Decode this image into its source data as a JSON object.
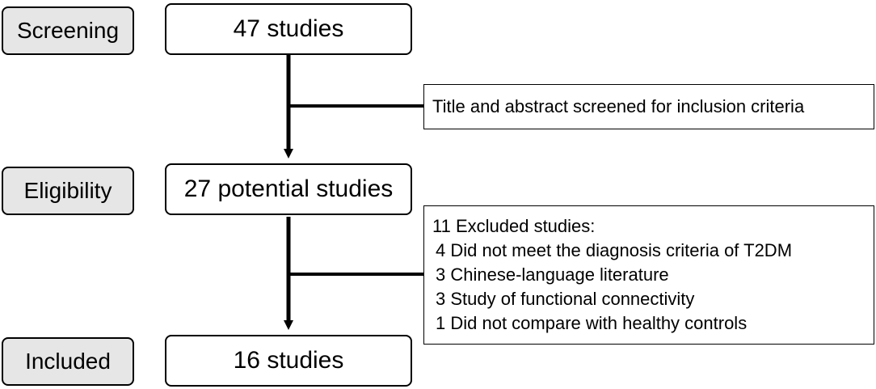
{
  "stages": [
    {
      "label": "Screening"
    },
    {
      "label": "Eligibility"
    },
    {
      "label": "Included"
    }
  ],
  "counts": [
    {
      "text": "47 studies"
    },
    {
      "text": "27 potential studies"
    },
    {
      "text": "16 studies"
    }
  ],
  "screening_note": "Title and abstract screened for inclusion criteria",
  "exclusions": {
    "heading": "11 Excluded studies:",
    "items": [
      "4 Did not meet the diagnosis criteria of T2DM",
      "3 Chinese-language literature",
      "3 Study of functional connectivity",
      "1 Did not compare with healthy controls"
    ]
  },
  "colors": {
    "stage_fill": "#e6e6e6",
    "line": "#000000"
  }
}
